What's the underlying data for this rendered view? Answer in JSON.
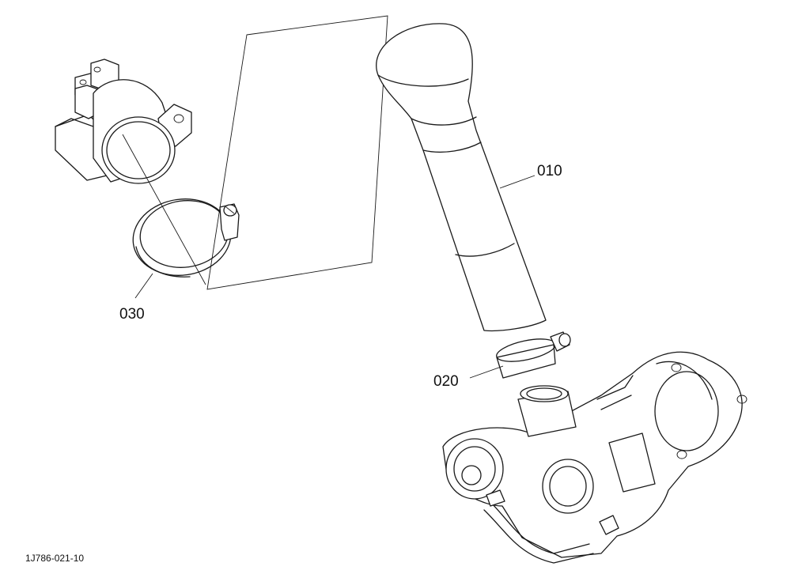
{
  "parts": [
    {
      "id": "hose",
      "callout": "010"
    },
    {
      "id": "hose-clamp-lower",
      "callout": "020"
    },
    {
      "id": "hose-clamp-upper",
      "callout": "030"
    }
  ],
  "document_number": "1J786-021-10"
}
